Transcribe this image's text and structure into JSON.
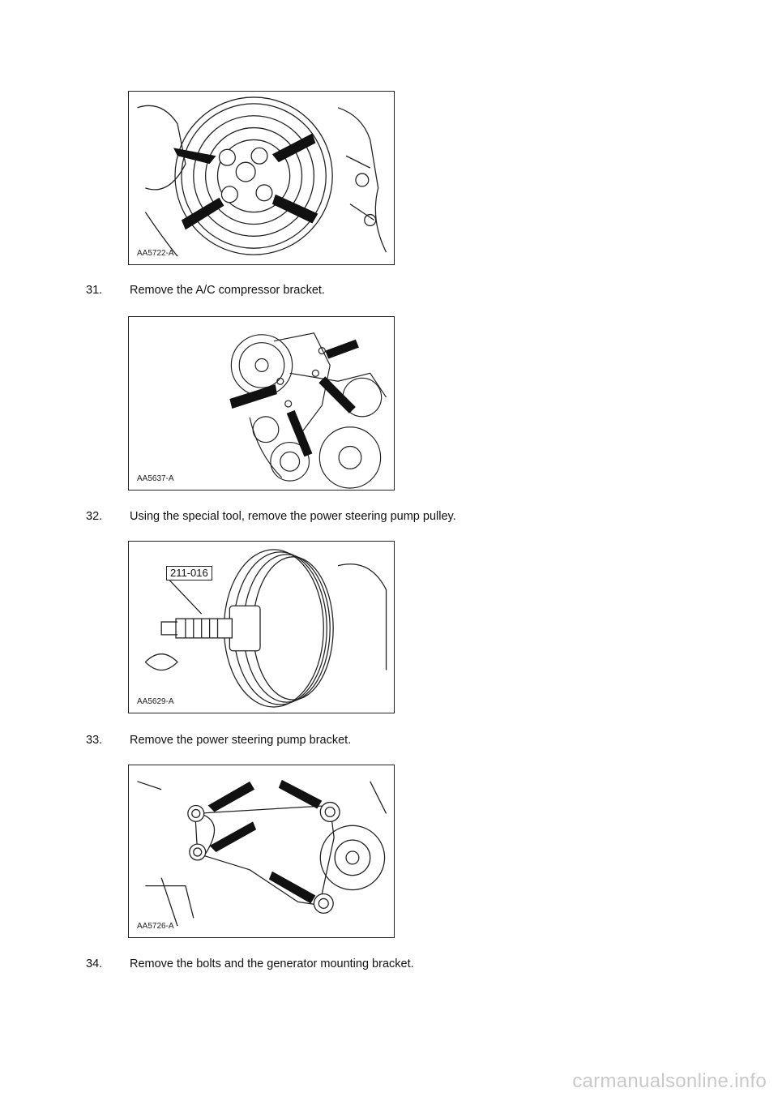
{
  "figures": [
    {
      "label": "AA5722-A"
    },
    {
      "label": "AA5637-A"
    },
    {
      "label": "AA5629-A",
      "tool_callout": "211-016"
    },
    {
      "label": "AA5726-A"
    }
  ],
  "steps": [
    {
      "number": "31.",
      "text": "Remove the A/C compressor bracket."
    },
    {
      "number": "32.",
      "text": "Using the special tool, remove the power steering pump pulley."
    },
    {
      "number": "33.",
      "text": "Remove the power steering pump bracket."
    },
    {
      "number": "34.",
      "text": "Remove the bolts and the generator mounting bracket."
    }
  ],
  "watermark": "carmanualsonline.info"
}
